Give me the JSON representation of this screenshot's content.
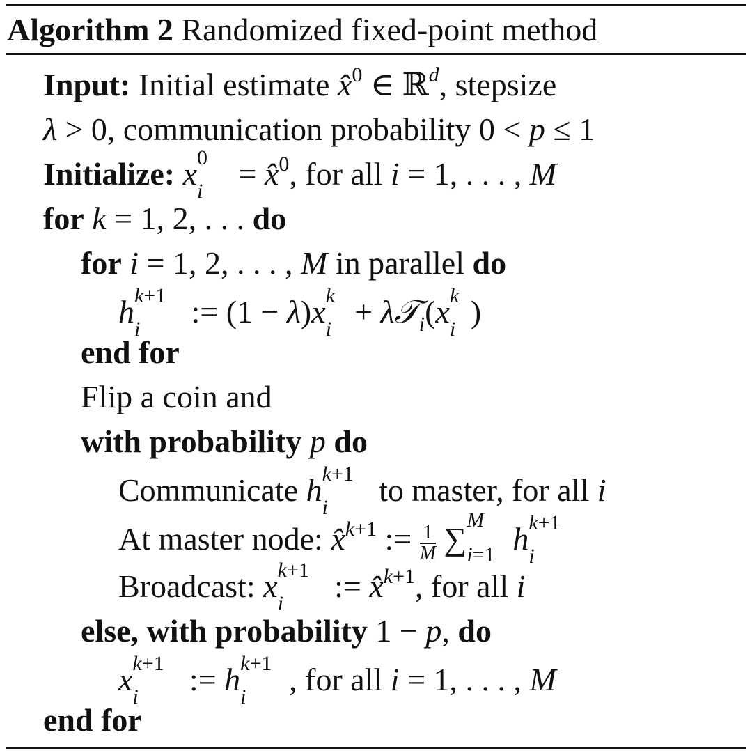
{
  "algorithm": {
    "label": "Algorithm 2",
    "title": "Randomized fixed-point method"
  },
  "keywords": {
    "input": "Input:",
    "initialize": "Initialize:",
    "for": "for",
    "do": "do",
    "end_for": "end for",
    "in_parallel": "in parallel",
    "with_probability": "with probability",
    "else_with_probability": "else, with probability",
    "comma_do": "do"
  },
  "lines": {
    "input_text_a": "Initial estimate",
    "input_text_b": ", stepsize",
    "input_text_c": ", communication probability",
    "init_text": ", for all",
    "flip": "Flip a coin and",
    "communicate_a": "Communicate",
    "communicate_b": "to master, for all",
    "master_a": "At master node:",
    "broadcast_a": "Broadcast:",
    "broadcast_b": ", for all",
    "final_b": ", for all"
  }
}
